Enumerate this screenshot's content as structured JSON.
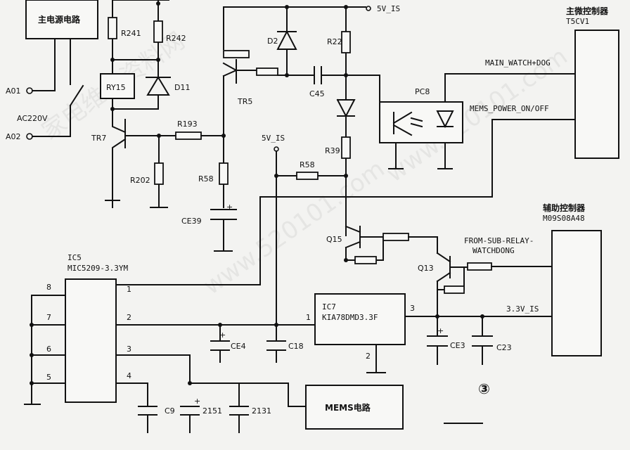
{
  "blocks": {
    "main_power": "主电源电路",
    "main_mcu": "主微控制器",
    "main_mcu_part": "T5CV1",
    "aux_mcu": "辅助控制器",
    "aux_mcu_part": "M09S08A48",
    "ic5_ref": "IC5",
    "ic5_part": "MIC5209-3.3YM",
    "ic7_ref": "IC7",
    "ic7_part": "KIA78DMD3.3F",
    "mems": "MEMS电路"
  },
  "nets": {
    "v5_top": "5V_IS",
    "v5_mid": "5V_IS",
    "main_watch": "MAIN_WATCH+DOG",
    "mems_power": "MEMS_POWER_ON/OFF",
    "from_sub_1": "FROM-SUB-RELAY-",
    "from_sub_2": "WATCHDONG",
    "v33": "3.3V_IS",
    "ac1": "A01",
    "ac2": "A02",
    "ac_volt": "AC220V"
  },
  "components": {
    "R241": "R241",
    "R242": "R242",
    "RY15": "RY15",
    "D11": "D11",
    "TR7": "TR7",
    "R193": "R193",
    "R202": "R202",
    "R58a": "R58",
    "CE39": "CE39",
    "TR5": "TR5",
    "D2": "D2",
    "R22": "R22",
    "C45": "C45",
    "PC8": "PC8",
    "R39": "R39",
    "R58b": "R58",
    "Q15": "Q15",
    "Q13": "Q13",
    "CE4": "CE4",
    "C18": "C18",
    "CE3": "CE3",
    "C23": "C23",
    "C9": "C9",
    "C2151": "2151",
    "C2131": "2131"
  },
  "pins": {
    "ic5": [
      "8",
      "7",
      "6",
      "5",
      "1",
      "2",
      "3",
      "4"
    ],
    "ic7_in": "1",
    "ic7_gnd": "2",
    "ic7_out": "3"
  },
  "plus": "+",
  "page_mark": "③",
  "watermark_1": "家电维修资料网",
  "watermark_2": "www.520101.com"
}
